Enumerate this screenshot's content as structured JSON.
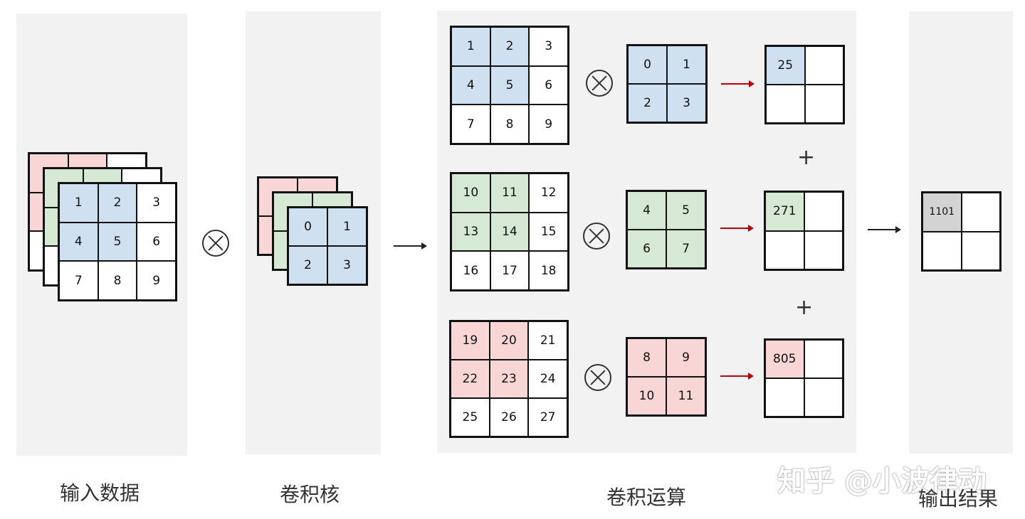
{
  "labels": {
    "input": "输入数据",
    "kernel": "卷积核",
    "operation": "卷积运算",
    "output": "输出结果"
  },
  "watermark": "知乎 @小波律动",
  "input_blue": [
    "1",
    "2",
    "3",
    "4",
    "5",
    "6",
    "7",
    "8",
    "9"
  ],
  "kernel_blue": [
    "0",
    "1",
    "2",
    "3"
  ],
  "op_rows": [
    {
      "input": [
        "1",
        "2",
        "3",
        "4",
        "5",
        "6",
        "7",
        "8",
        "9"
      ],
      "kernel": [
        "0",
        "1",
        "2",
        "3"
      ],
      "result": "25"
    },
    {
      "input": [
        "10",
        "11",
        "12",
        "13",
        "14",
        "15",
        "16",
        "17",
        "18"
      ],
      "kernel": [
        "4",
        "5",
        "6",
        "7"
      ],
      "result": "271"
    },
    {
      "input": [
        "19",
        "20",
        "21",
        "22",
        "23",
        "24",
        "25",
        "26",
        "27"
      ],
      "kernel": [
        "8",
        "9",
        "10",
        "11"
      ],
      "result": "805"
    }
  ],
  "plus_signs": [
    "+",
    "+"
  ],
  "output_value": "1101",
  "colors": {
    "blue": "#cfe0f0",
    "green": "#d5e9d5",
    "red": "#f8d6d6",
    "gray": "#d3d3d3",
    "arrow_red": "#c00000"
  }
}
